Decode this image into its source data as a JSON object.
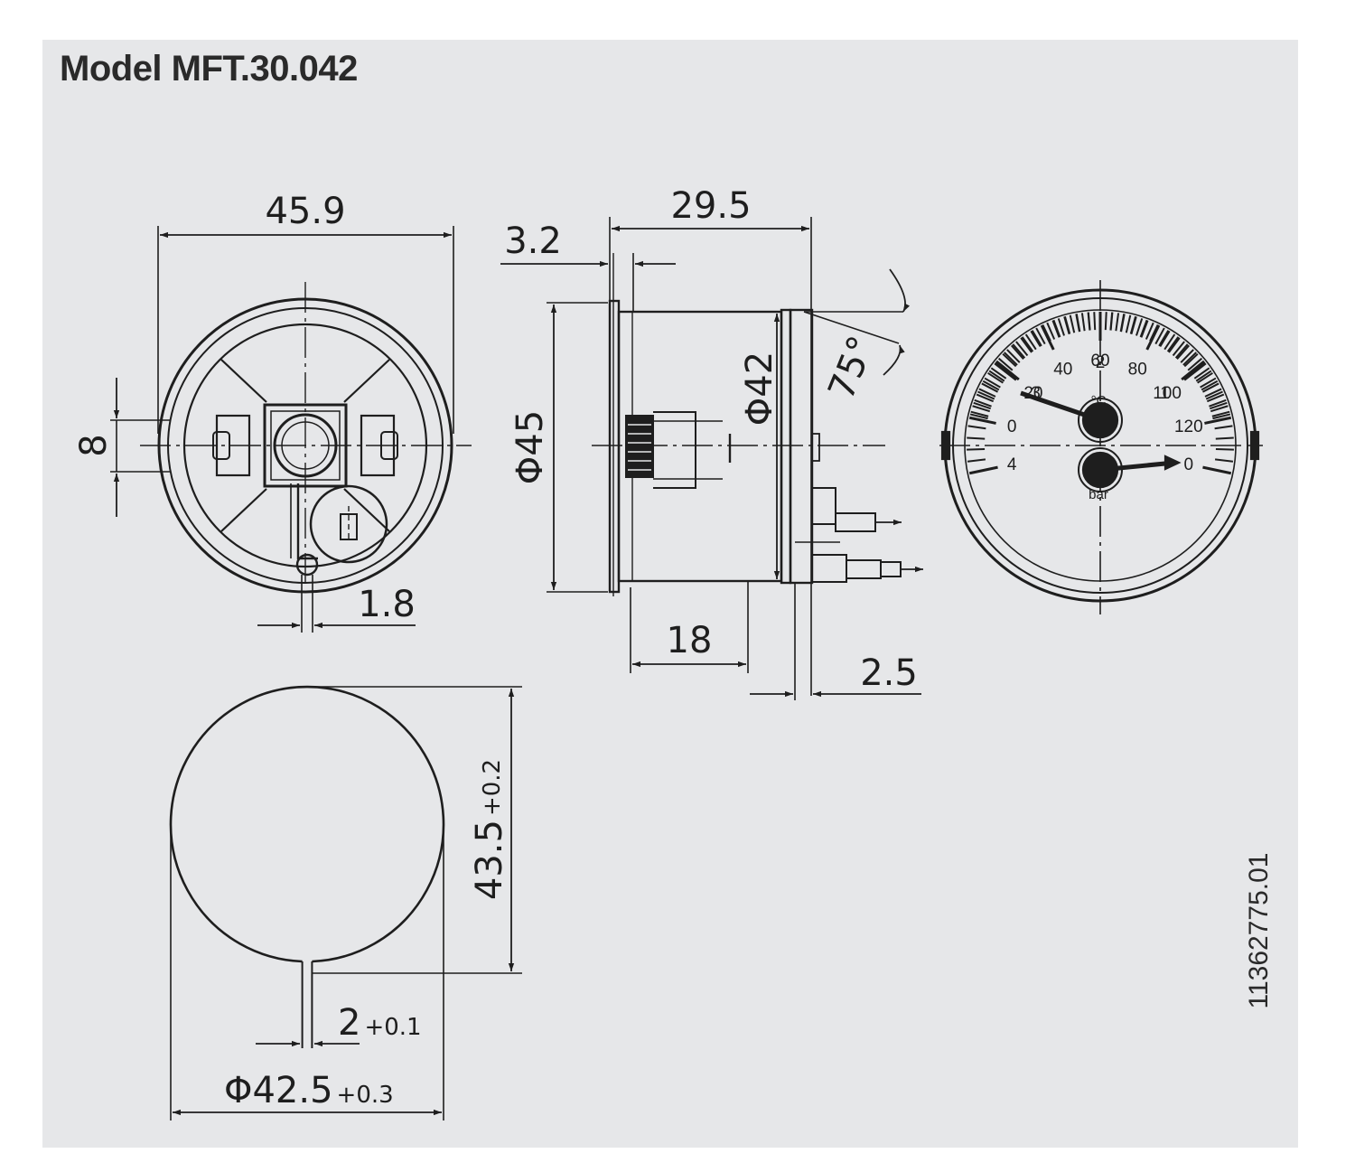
{
  "title": "Model MFT.30.042",
  "dimensions": {
    "front_width": "45.9",
    "slot_height": "8",
    "pin_width": "1.8",
    "side_depth": "29.5",
    "flange_thickness": "3.2",
    "body_diameter": "Φ45",
    "case_diameter": "Φ42",
    "angle": "75°",
    "rear_depth": "18",
    "bezel_thickness": "2.5",
    "cutout_height": "43.5",
    "cutout_height_tol": "+0.2",
    "cutout_slot": "2",
    "cutout_slot_tol": "+0.1",
    "cutout_diameter": "Φ42.5",
    "cutout_diameter_tol": "+0.3"
  },
  "gauge": {
    "temperature_scale": [
      "0",
      "20",
      "40",
      "60",
      "80",
      "100",
      "120"
    ],
    "temperature_unit": "°C",
    "pressure_scale": [
      "4",
      "3",
      "2",
      "1",
      "0"
    ],
    "pressure_unit": "bar"
  },
  "reference_number": "11362775.01"
}
